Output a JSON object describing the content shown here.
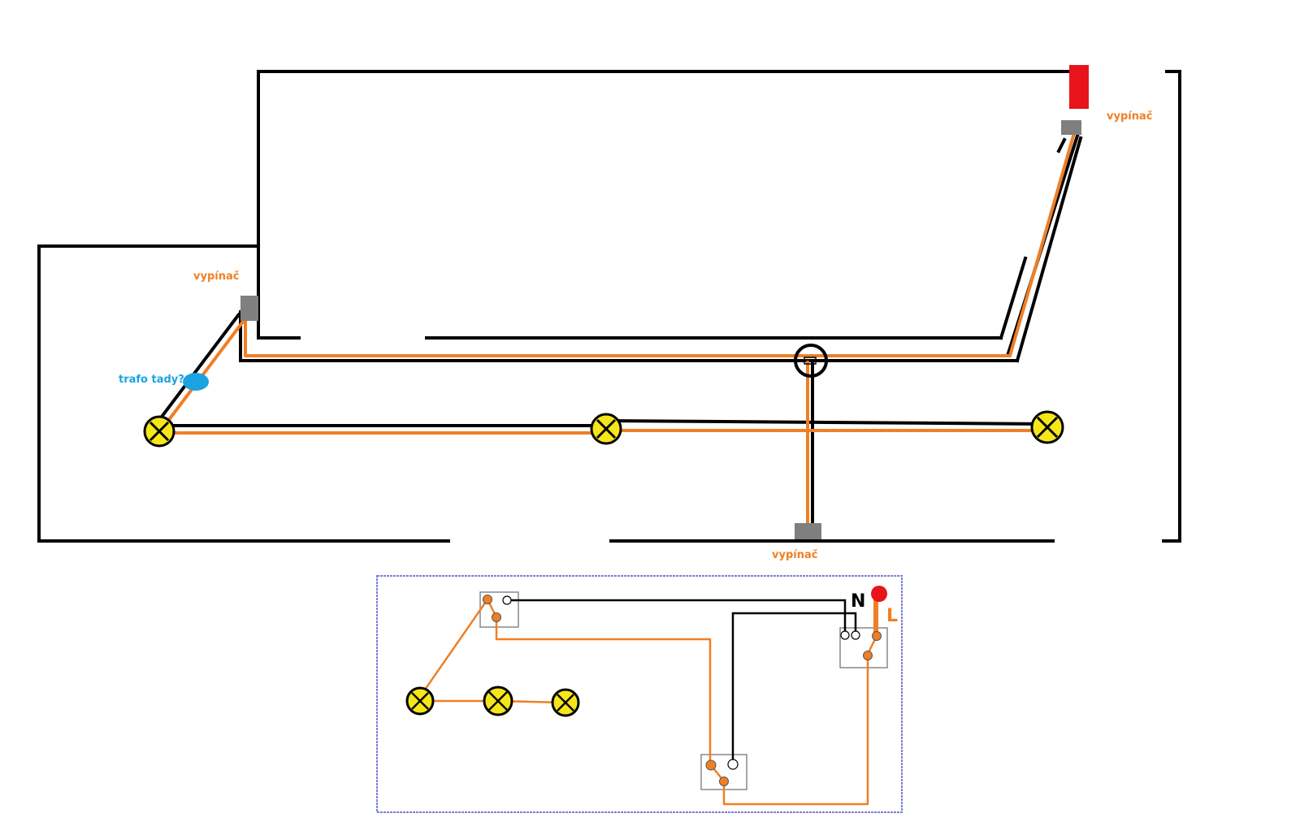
{
  "labels": {
    "switch_left": "vypínač",
    "switch_top_right": "vypínač",
    "switch_bottom": "vypínač",
    "transformer_note": "trafo tady?",
    "neutral": "N",
    "live": "L"
  },
  "colors": {
    "wall": "#000000",
    "wire_live": "#f07f24",
    "lamp_fill": "#f5e61a",
    "switch_box": "#7f7f7f",
    "power_source": "#e8141c",
    "transformer": "#1aa3e0",
    "schematic_border": "#7b7fd8"
  }
}
